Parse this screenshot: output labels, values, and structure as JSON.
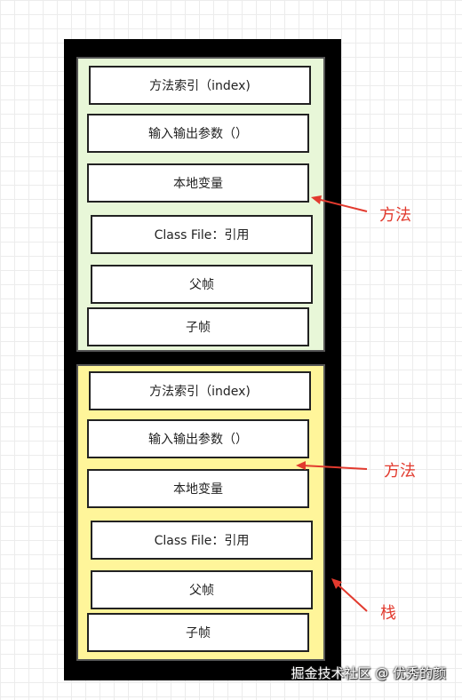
{
  "colors": {
    "stack_bg": "#000000",
    "frame1_bg": "#e8f7d8",
    "frame2_bg": "#fff59a",
    "arrow": "#e23a2e"
  },
  "frames": [
    {
      "slots": [
        "方法索引（index)",
        "输入输出参数（）",
        "本地变量",
        "Class File：引用",
        "父帧",
        "子帧"
      ]
    },
    {
      "slots": [
        "方法索引（index)",
        "输入输出参数（）",
        "本地变量",
        "Class File：引用",
        "父帧",
        "子帧"
      ]
    }
  ],
  "callouts": {
    "method_1": "方法",
    "method_2": "方法",
    "stack": "栈"
  },
  "watermark": "掘金技术社区 @ 优秀的颜"
}
